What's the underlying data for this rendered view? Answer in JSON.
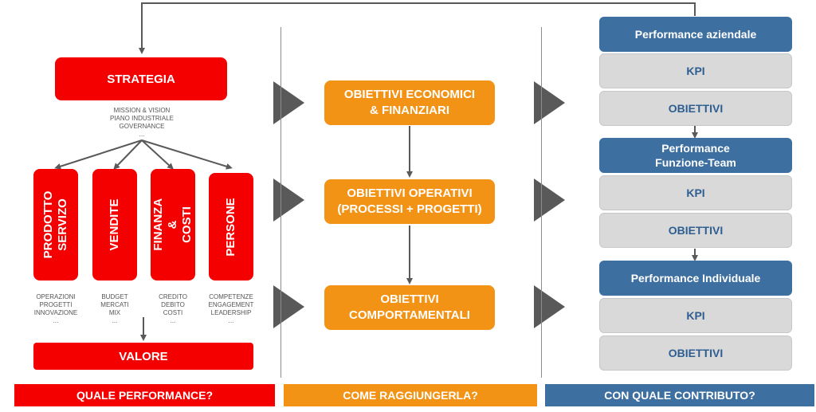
{
  "strategy": {
    "title": "STRATEGIA",
    "notes": "MISSION & VISION\nPIANO INDUSTRIALE\nGOVERNANCE\n..."
  },
  "pillars": [
    {
      "label": "PRODOTTO\nSERVIZO",
      "notes": "OPERAZIONI\nPROGETTI\nINNOVAZIONE\n..."
    },
    {
      "label": "VENDITE",
      "notes": "BUDGET\nMERCATI\nMIX\n..."
    },
    {
      "label": "FINANZA &\nCOSTI",
      "notes": "CREDITO\nDEBITO\nCOSTI\n..."
    },
    {
      "label": "PERSONE",
      "notes": "COMPETENZE\nENGAGEMENT\nLEADERSHIP\n..."
    }
  ],
  "value": "VALORE",
  "objectives": [
    "OBIETTIVI ECONOMICI\n& FINANZIARI",
    "OBIETTIVI OPERATIVI\n(PROCESSI + PROGETTI)",
    "OBIETTIVI\nCOMPORTAMENTALI"
  ],
  "performance": [
    {
      "title": "Performance aziendale",
      "kpi": "KPI",
      "obj": "OBIETTIVI"
    },
    {
      "title": "Performance\nFunzione-Team",
      "kpi": "KPI",
      "obj": "OBIETTIVI"
    },
    {
      "title": "Performance Individuale",
      "kpi": "KPI",
      "obj": "OBIETTIVI"
    }
  ],
  "footer": {
    "left": "QUALE PERFORMANCE?",
    "middle": "COME RAGGIUNGERLA?",
    "right": "CON QUALE CONTRIBUTO?"
  },
  "colors": {
    "red": "#f40000",
    "orange": "#f39316",
    "blue": "#3d6fa0",
    "grey": "#d9d9d9",
    "arrow": "#595959"
  }
}
